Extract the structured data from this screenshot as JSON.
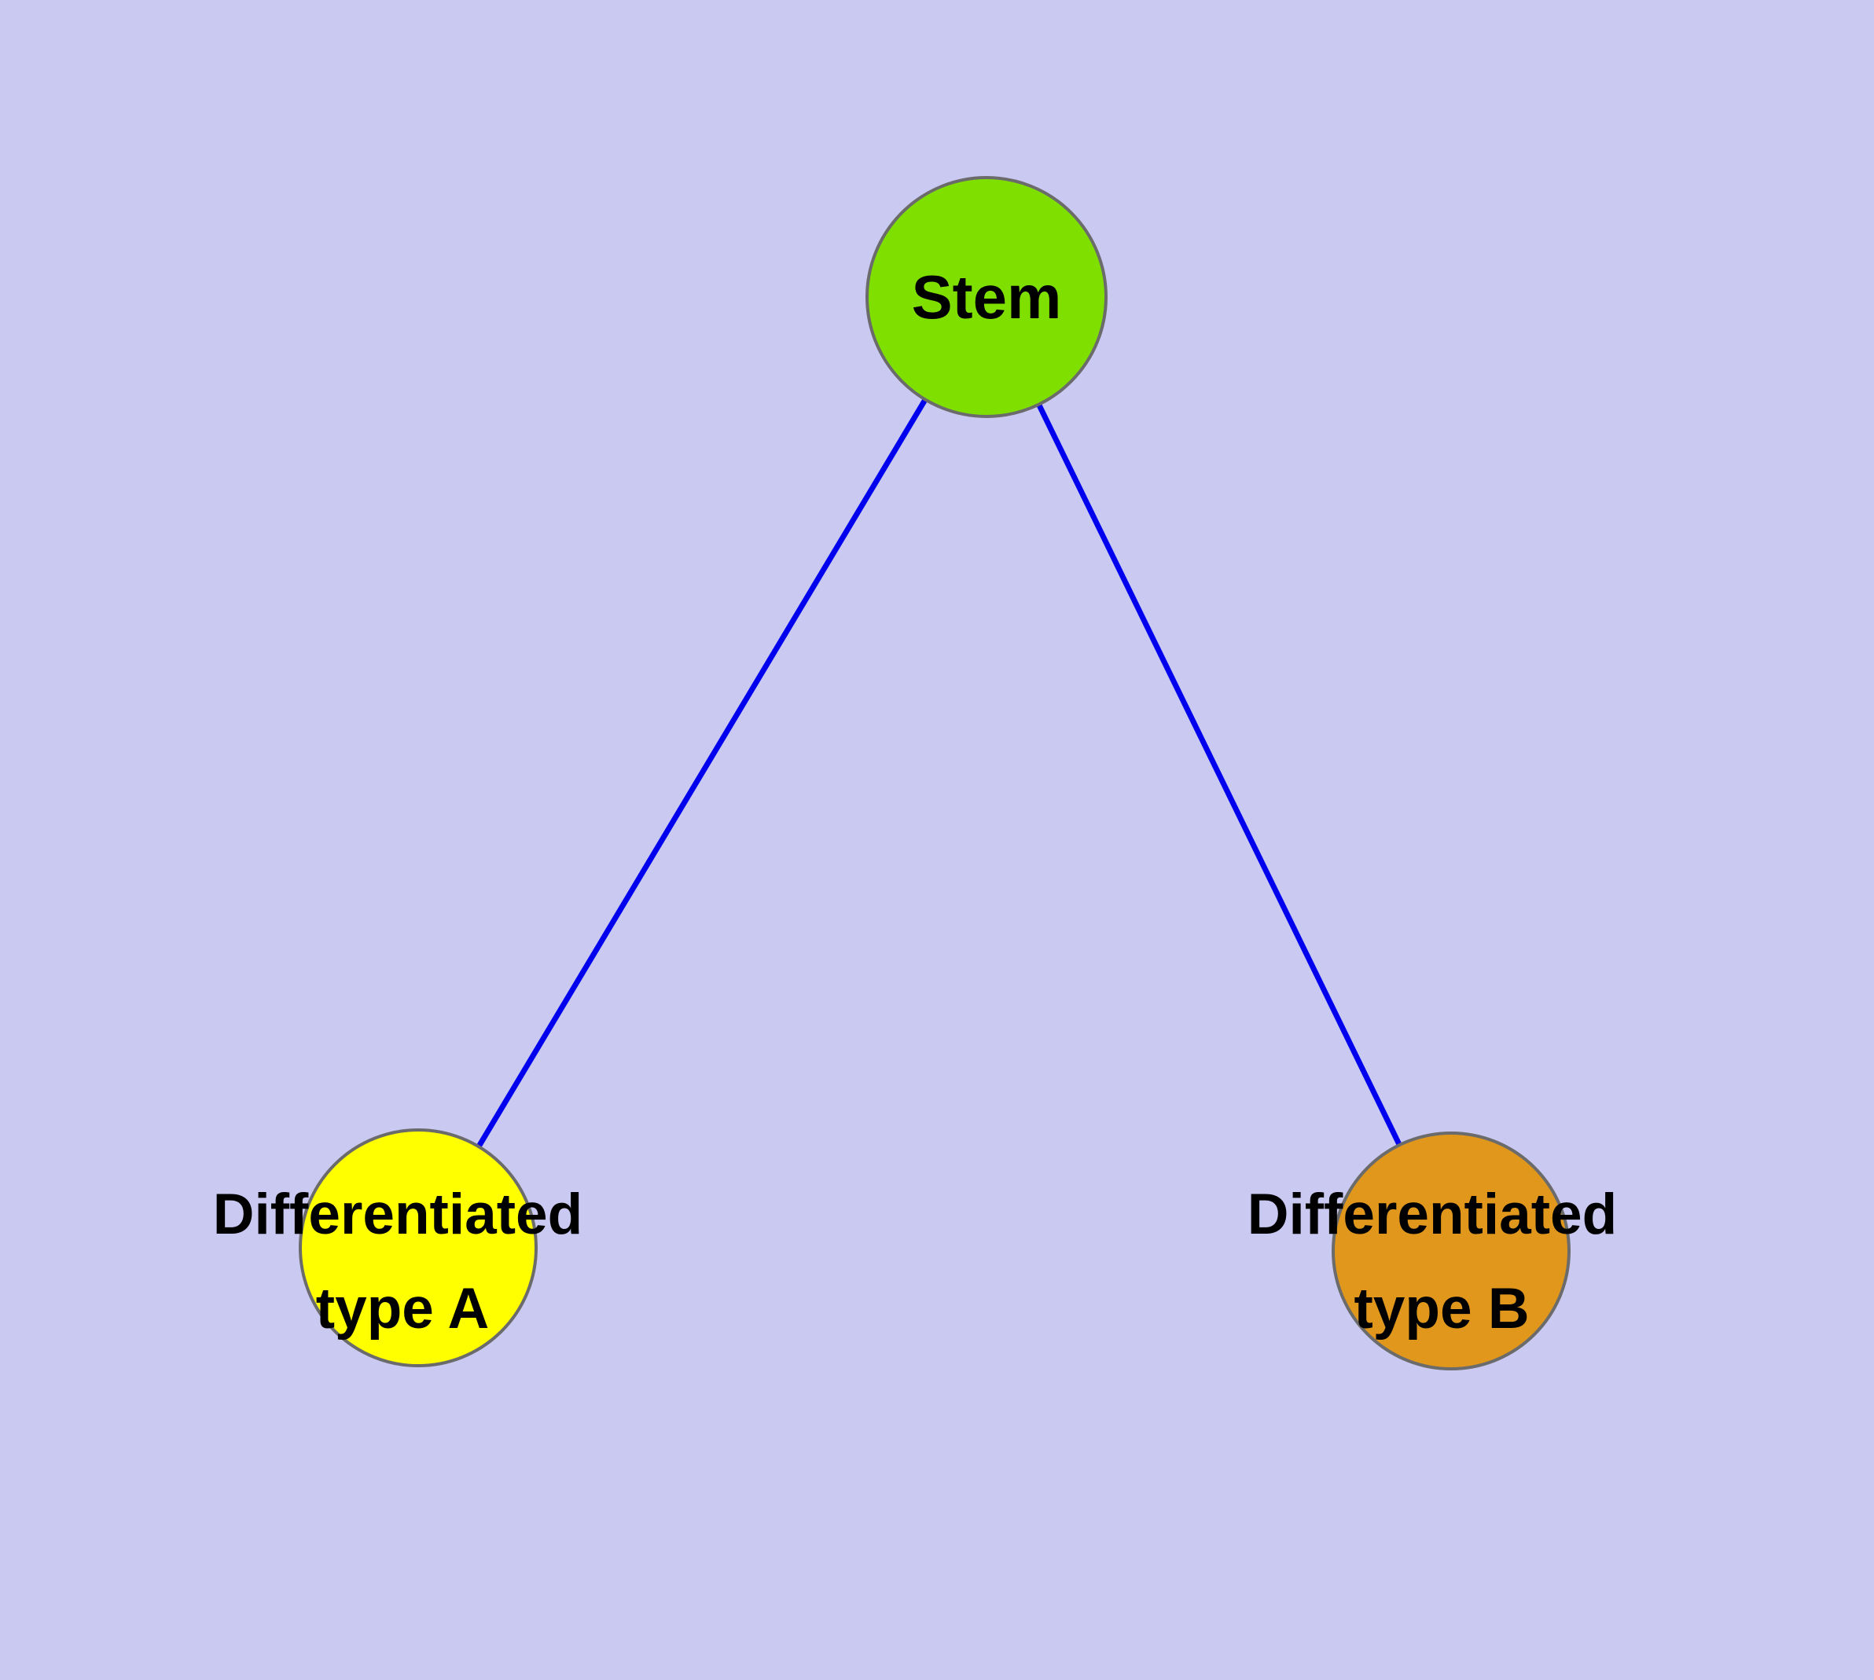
{
  "diagram": {
    "background_color": "#c9c9f2",
    "edge_color": "#0000ee",
    "node_border_color": "#6b6b6b",
    "text_color": "#000000",
    "nodes": [
      {
        "id": "stem",
        "label": "Stem",
        "fill": "#7fe000"
      },
      {
        "id": "differentiated-type-a",
        "label_line1": "Differentiated",
        "label_line2": "type A",
        "fill": "#ffff00"
      },
      {
        "id": "differentiated-type-b",
        "label_line1": "Differentiated",
        "label_line2": "type B",
        "fill": "#e0971c"
      }
    ],
    "edges": [
      {
        "from": "stem",
        "to": "differentiated-type-a"
      },
      {
        "from": "stem",
        "to": "differentiated-type-b"
      }
    ]
  }
}
